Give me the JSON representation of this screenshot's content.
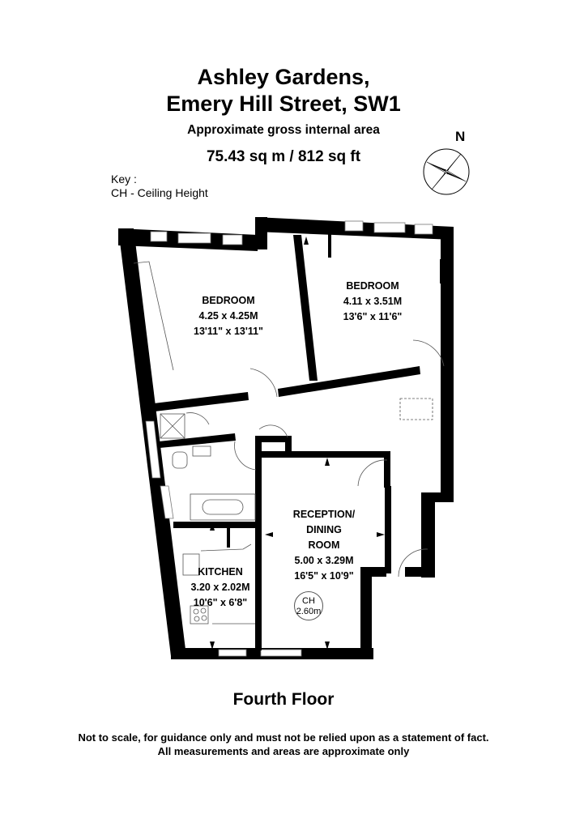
{
  "header": {
    "property_line1": "Ashley Gardens,",
    "property_line2": "Emery Hill Street, SW1",
    "area_caption": "Approximate gross internal area",
    "area_value": "75.43 sq m /  812 sq ft"
  },
  "key": {
    "title": "Key :",
    "items": [
      "CH - Ceiling Height"
    ]
  },
  "compass": {
    "label": "N",
    "icon": "compass-rose-icon"
  },
  "rooms": [
    {
      "name": "BEDROOM",
      "metric": "4.25 x 4.25M",
      "imperial": "13'11\" x 13'11\""
    },
    {
      "name": "BEDROOM",
      "metric": "4.11 x 3.51M",
      "imperial": "13'6\" x 11'6\""
    },
    {
      "name_line1": "RECEPTION/",
      "name_line2": "DINING",
      "name_line3": "ROOM",
      "metric": "5.00 x 3.29M",
      "imperial": "16'5\" x 10'9\""
    },
    {
      "name": "KITCHEN",
      "metric": "3.20 x 2.02M",
      "imperial": "10'6\" x 6'8\""
    }
  ],
  "ceiling_height": {
    "label": "CH",
    "value": "2.60m"
  },
  "floor_label": "Fourth Floor",
  "disclaimer": {
    "line1": "Not to scale, for guidance only and must not be relied upon as a statement of fact.",
    "line2": "All measurements and areas are approximate only"
  },
  "colors": {
    "wall": "#000000",
    "background": "#ffffff",
    "fixture_line": "#555555"
  }
}
